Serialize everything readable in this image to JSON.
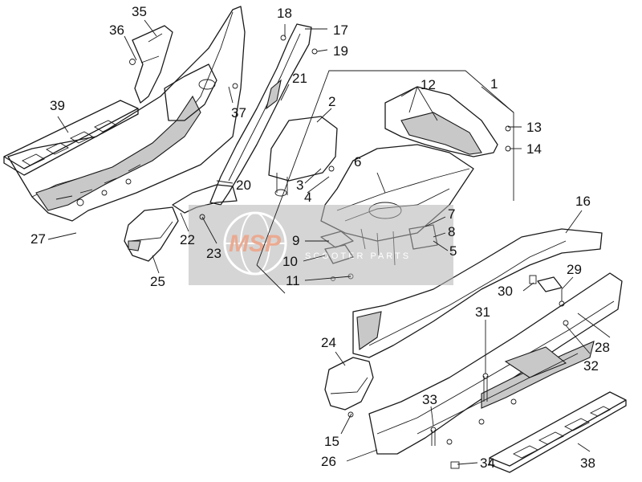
{
  "diagram": {
    "callouts": [
      "1",
      "2",
      "3",
      "4",
      "5",
      "6",
      "7",
      "8",
      "9",
      "10",
      "11",
      "12",
      "13",
      "14",
      "15",
      "16",
      "17",
      "18",
      "19",
      "20",
      "21",
      "22",
      "23",
      "24",
      "25",
      "26",
      "27",
      "28",
      "29",
      "30",
      "31",
      "32",
      "33",
      "34",
      "35",
      "36",
      "37",
      "38",
      "39"
    ]
  },
  "watermark": {
    "brand": "MSP",
    "subtitle": "SCOOTER PARTS",
    "color": "#d9653a"
  },
  "colors": {
    "line": "#1a1a1a",
    "shade": "#c8c8c8",
    "watermark_band": "#b3b3b3"
  }
}
